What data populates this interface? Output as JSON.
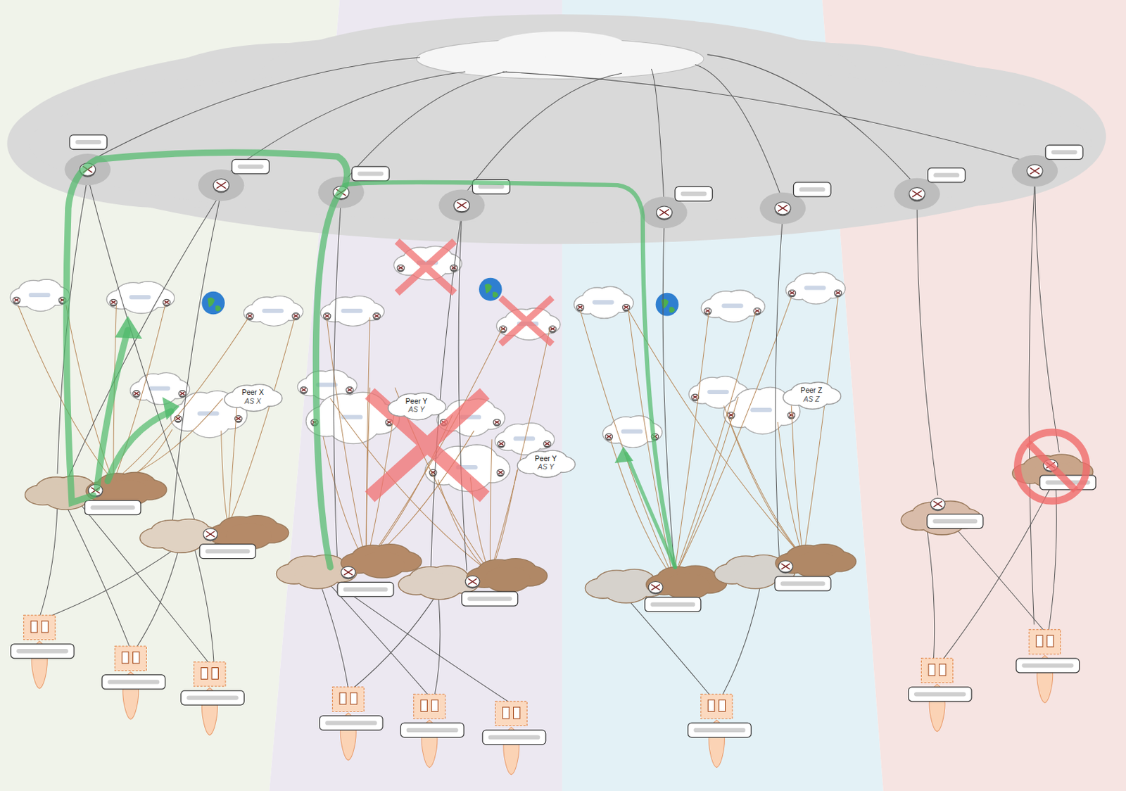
{
  "diagram": {
    "nodes": [
      {
        "text": [
          "Peer X",
          "AS X"
        ]
      },
      {
        "text": [
          "Peer Y",
          "AS Y"
        ]
      },
      {
        "text": [
          "Peer Y",
          "AS Y"
        ]
      },
      {
        "text": [
          "Peer Z",
          "AS Z"
        ]
      }
    ]
  }
}
